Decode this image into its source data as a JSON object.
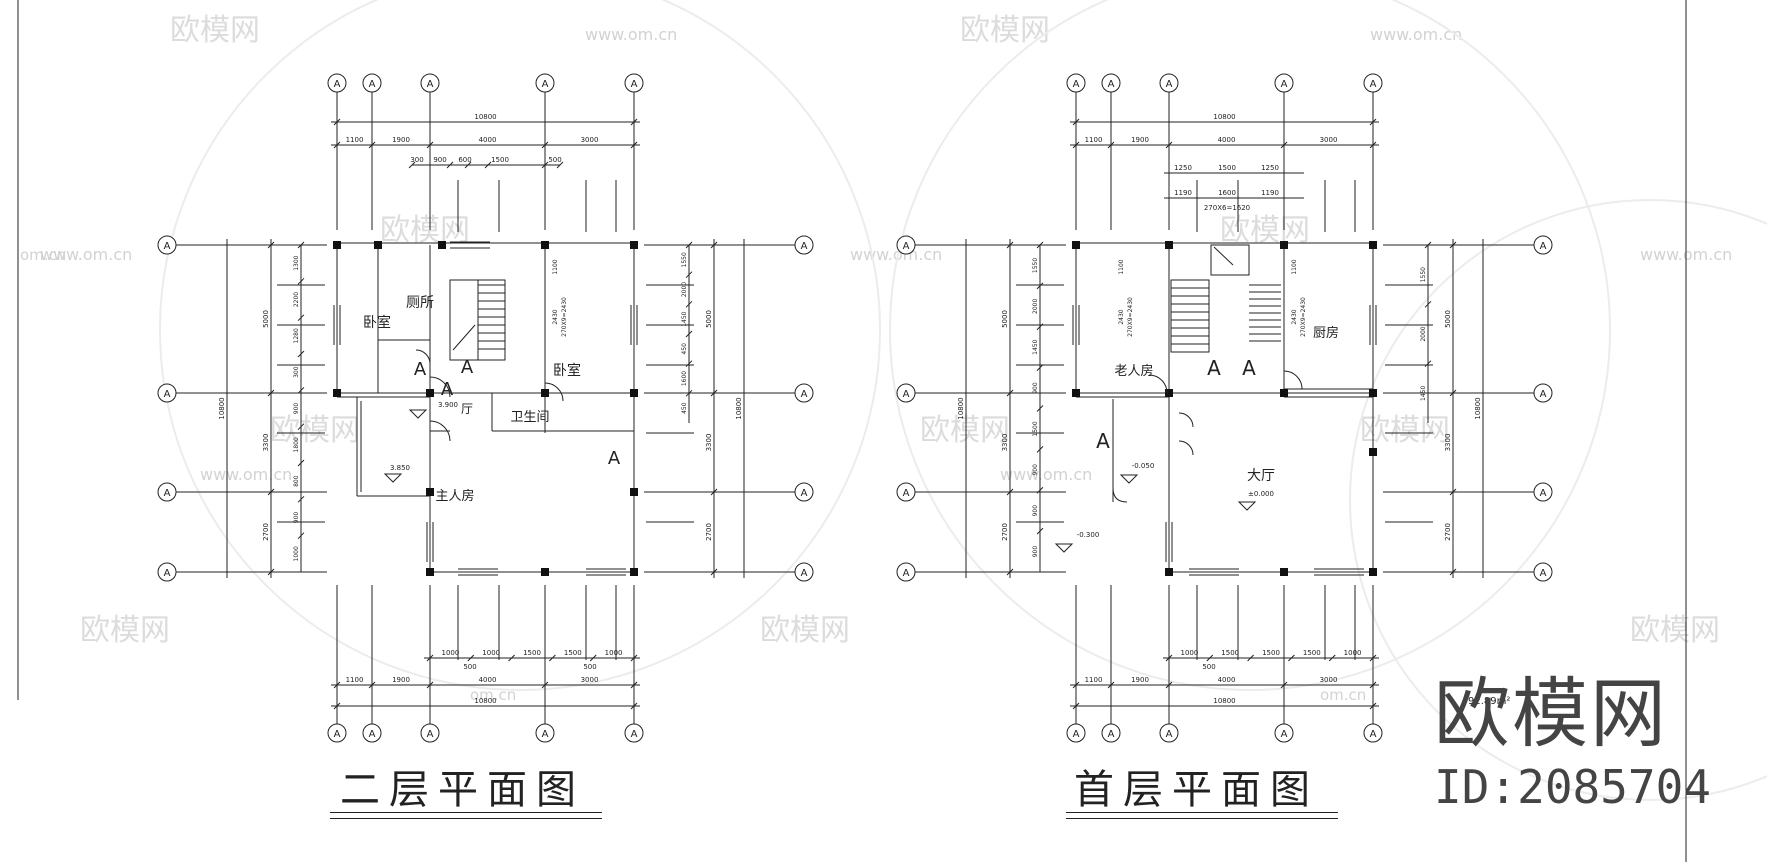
{
  "watermarks": {
    "brand": "欧模网",
    "site": "www.om.cn",
    "site_short": "om.cn",
    "id_label": "ID:2085704"
  },
  "plans": [
    {
      "title": "二层平面图",
      "top_overall": "10800",
      "top_dims": [
        "1100",
        "1900",
        "4000",
        "3000"
      ],
      "top_inner": [
        "300",
        "900",
        "600",
        "1500",
        "500"
      ],
      "bottom_overall": "10800",
      "bottom_dims": [
        "1100",
        "1900",
        "4000",
        "3000"
      ],
      "bottom_inner": [
        "1000",
        "1000",
        "1500",
        "1500",
        "1000"
      ],
      "bottom_small": [
        "500",
        "500"
      ],
      "left_overall": "10800",
      "left_dims": [
        "5000",
        "3300",
        "2700"
      ],
      "left_inner": [
        "1300",
        "2200",
        "1280",
        "300",
        "900",
        "1800",
        "800",
        "900",
        "1000"
      ],
      "right_overall": "10800",
      "right_dims": [
        "5000",
        "3300",
        "2700"
      ],
      "right_inner": [
        "1550",
        "2000",
        "1450",
        "450",
        "1600",
        "450"
      ],
      "rooms": [
        "卧室",
        "厕所",
        "卧室",
        "厅",
        "卫生间",
        "主人房"
      ],
      "levels": [
        "3.900",
        "3.850"
      ],
      "stair_labels": [
        "2430",
        "270X9=2430"
      ],
      "inner_dims": [
        "1100",
        "300",
        "300",
        "900"
      ]
    },
    {
      "title": "首层平面图",
      "top_overall": "10800",
      "top_dims": [
        "1100",
        "1900",
        "4000",
        "3000"
      ],
      "top_inner": [
        "1250",
        "1500",
        "1250"
      ],
      "top_inner2": [
        "1190",
        "1600",
        "1190"
      ],
      "stair_note": "270X6=1620",
      "bottom_overall": "10800",
      "bottom_dims": [
        "1100",
        "1900",
        "4000",
        "3000"
      ],
      "bottom_inner": [
        "1000",
        "1500",
        "1500",
        "1500",
        "1000"
      ],
      "bottom_small": [
        "500"
      ],
      "left_overall": "10800",
      "left_dims": [
        "5000",
        "3300",
        "2700"
      ],
      "left_inner": [
        "1550",
        "2000",
        "1450",
        "900",
        "1500",
        "900",
        "900",
        "900"
      ],
      "right_overall": "10800",
      "right_dims": [
        "5000",
        "3300",
        "2700"
      ],
      "right_inner": [
        "1550",
        "2000",
        "1450"
      ],
      "rooms": [
        "老人房",
        "厨房",
        "大厅"
      ],
      "levels": [
        "-0.050",
        "±0.000",
        "-0.300"
      ],
      "stair_labels": [
        "2430",
        "270X9=2430",
        "2430",
        "270X9=2430"
      ],
      "inner_dims": [
        "1100",
        "1100"
      ],
      "area_note": "92.89m²"
    }
  ],
  "grid_axis_label": "A"
}
